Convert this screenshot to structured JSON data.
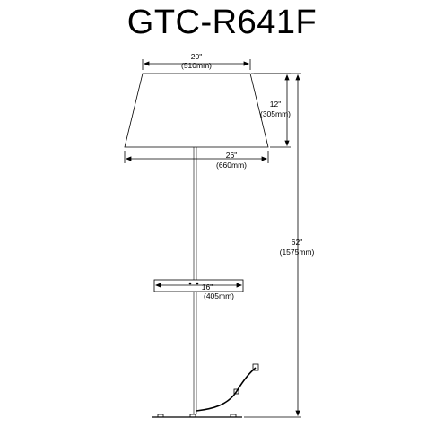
{
  "title": "GTC-R641F",
  "dimensions": {
    "shade_top": {
      "in": "20\"",
      "mm": "(510mm)"
    },
    "shade_height": {
      "in": "12\"",
      "mm": "(305mm)"
    },
    "shade_bottom": {
      "in": "26\"",
      "mm": "(660mm)"
    },
    "overall_height": {
      "in": "62\"",
      "mm": "(1575mm)"
    },
    "table": {
      "in": "16\"",
      "mm": "(405mm)"
    }
  }
}
